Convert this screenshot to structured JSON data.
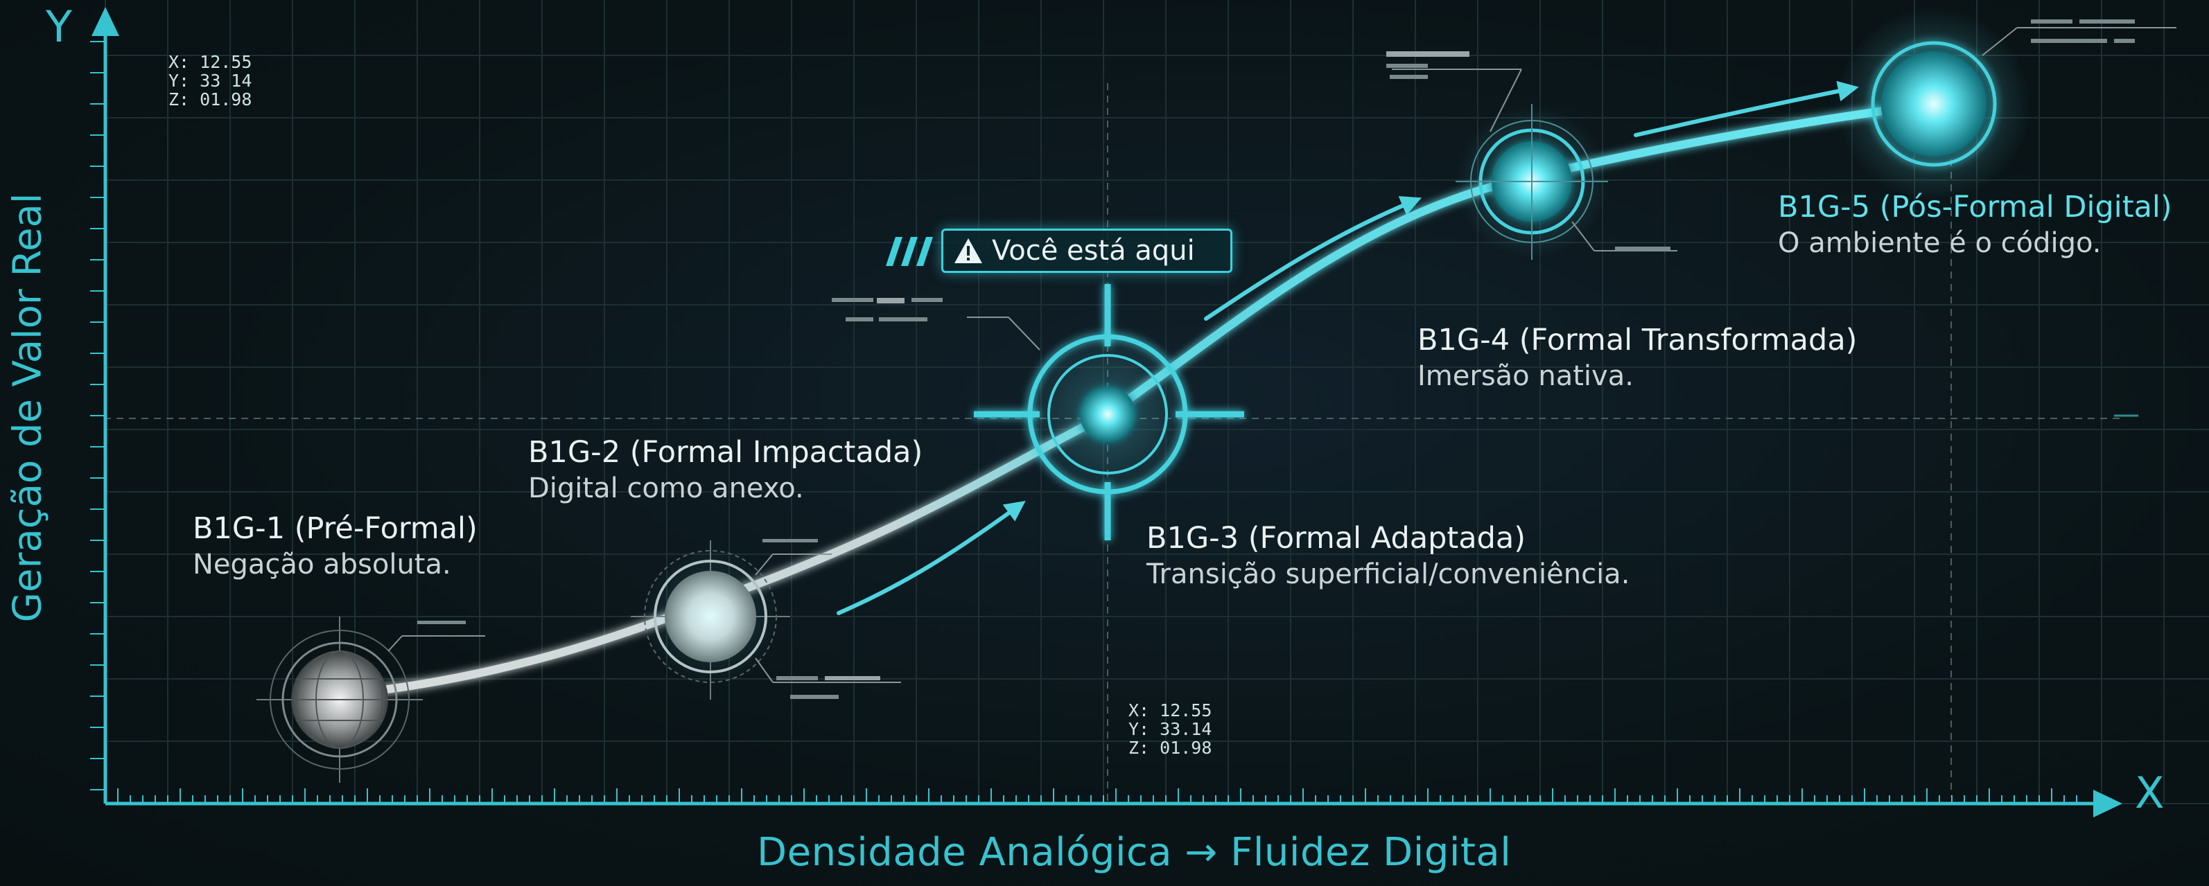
{
  "axes": {
    "x_letter": "X",
    "y_letter": "Y",
    "x_title": "Densidade Analógica → Fluidez Digital",
    "y_title": "Geração de Valor Real"
  },
  "readouts": {
    "top_left": "X: 12.55\nY: 33 14\nZ: 01.98",
    "center": "X: 12.55\nY: 33.14\nZ: 01.98"
  },
  "marker": {
    "label": "Você está aqui",
    "icon": "warning-triangle-icon"
  },
  "stages": [
    {
      "title": "B1G-1 (Pré-Formal)",
      "desc": "Negação absoluta."
    },
    {
      "title": "B1G-2 (Formal Impactada)",
      "desc": "Digital como anexo."
    },
    {
      "title": "B1G-3 (Formal Adaptada)",
      "desc": "Transição superficial/conveniência."
    },
    {
      "title": "B1G-4 (Formal Transformada)",
      "desc": "Imersão nativa."
    },
    {
      "title": "B1G-5 (Pós-Formal Digital)",
      "desc": "O ambiente é o código."
    }
  ],
  "colors": {
    "accent": "#37c3cf",
    "glow": "#5fe8f2",
    "analog": "#c8cccc",
    "background": "#0b1416"
  }
}
